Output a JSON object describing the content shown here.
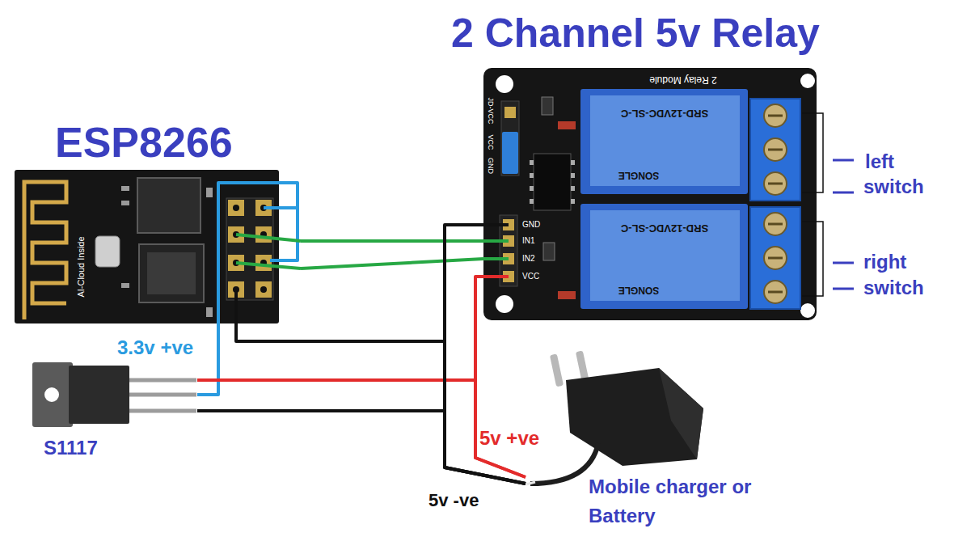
{
  "diagram": {
    "nodes": [
      {
        "text": [
          "ESP8266"
        ]
      },
      {
        "text": [
          "2 Channel 5v Relay"
        ]
      },
      {
        "text": [
          "S1117"
        ]
      },
      {
        "text": [
          "Mobile charger or Battery"
        ]
      }
    ],
    "edges": [
      {
        "from": 0,
        "to": 1,
        "arrow": "none"
      },
      {
        "from": 0,
        "to": 1,
        "arrow": "none"
      },
      {
        "from": 2,
        "to": 0,
        "arrow": "none",
        "label": "3.3v +ve"
      },
      {
        "from": 3,
        "to": 1,
        "arrow": "none",
        "label": "5v +ve"
      },
      {
        "from": 3,
        "to": 2,
        "arrow": "none"
      },
      {
        "from": 3,
        "to": 1,
        "arrow": "none",
        "label": "5v -ve"
      },
      {
        "from": 3,
        "to": 2,
        "arrow": "none"
      },
      {
        "from": 3,
        "to": 0,
        "arrow": "none"
      }
    ],
    "labels": [
      "left",
      "switch",
      "right",
      "switch",
      "2 Relay Module",
      "SRD-12VDC-SL-C",
      "SONGLE",
      "SRD-12VDC-SL-C",
      "SONGLE",
      "JD-VCC",
      "VCC",
      "GND",
      "GND",
      "IN1",
      "IN2",
      "VCC",
      "AI-Cloud Inside"
    ]
  }
}
